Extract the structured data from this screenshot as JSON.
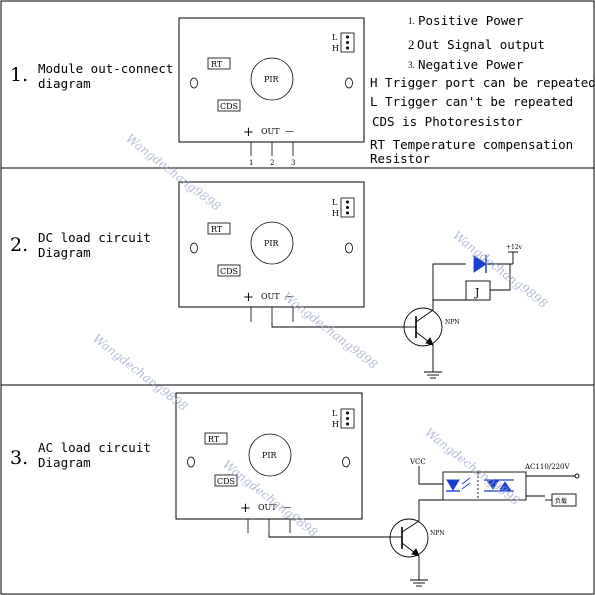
{
  "sections": [
    {
      "number": "1.",
      "title_line1": "Module out-connect",
      "title_line2": "diagram"
    },
    {
      "number": "2.",
      "title_line1": "DC load circuit",
      "title_line2": "Diagram"
    },
    {
      "number": "3.",
      "title_line1": "AC load circuit",
      "title_line2": "Diagram"
    }
  ],
  "module": {
    "rt": "RT",
    "cds": "CDS",
    "pir": "PIR",
    "l": "L",
    "h": "H",
    "plus": "+",
    "out": "OUT",
    "minus": "—",
    "pin1": "1",
    "pin2": "2",
    "pin3": "3"
  },
  "legend": {
    "n1": "1.",
    "t1": "Positive Power",
    "n2": "2",
    "t2": "Out Signal output",
    "n3": "3.",
    "t3": "Negative Power",
    "h_trigger": "H Trigger port can be repeated",
    "l_trigger": "L Trigger can't be repeated",
    "cds": "CDS is Photoresistor",
    "rt_line1": "RT Temperature compensation",
    "rt_line2": "Resistor"
  },
  "dc_circuit": {
    "npn": "NPN",
    "relay": "J",
    "supply": "+12v"
  },
  "ac_circuit": {
    "npn": "NPN",
    "vcc": "VCC",
    "ac": "AC110/220V",
    "load": "负载"
  },
  "watermark": "Wangdechang9898",
  "colors": {
    "border": "#000000",
    "diode": "#1a3fd0",
    "optocoupler": "#1a3fd0",
    "watermark": "#9aa6c8"
  }
}
